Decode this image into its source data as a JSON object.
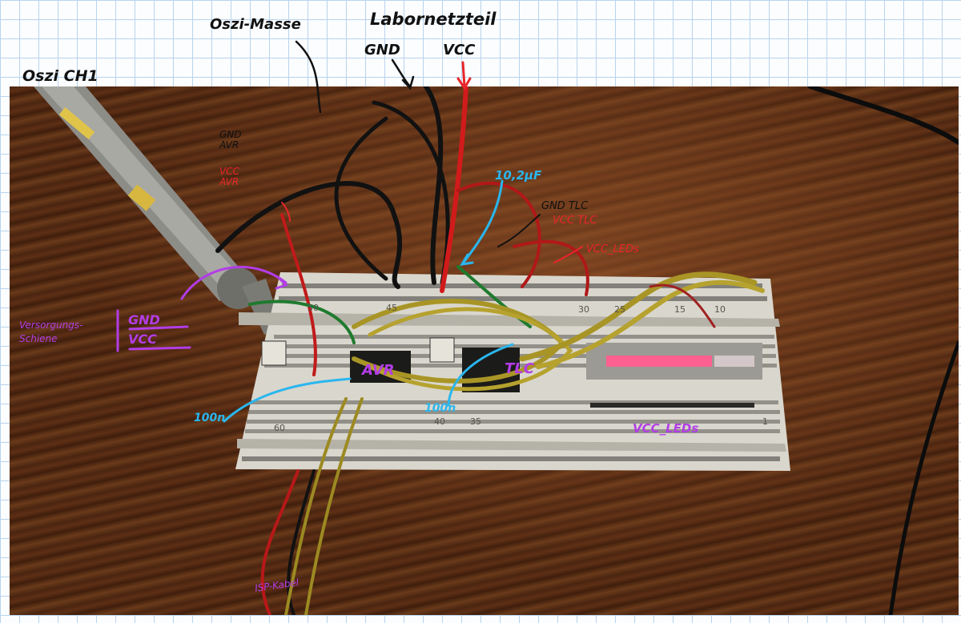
{
  "labels": {
    "oszi_ch1": "Oszi CH1",
    "oszi_masse": "Oszi-Masse",
    "labornetzteil": "Labornetzteil",
    "gnd_top": "GND",
    "vcc_top": "VCC",
    "gnd_avr": "GND AVR",
    "vcc_avr": "VCC AVR",
    "cap_10uf": "10,2µF",
    "gnd_tlc": "GND TLC",
    "vcc_tlc": "VCC TLC",
    "vcc_leds_upper": "VCC_LEDs",
    "versorgung": "Versorgungs-\nSchiene",
    "rail_gnd": "GND",
    "rail_vcc": "VCC",
    "avr": "AVR",
    "tlc": "TLC",
    "cap_100n_left": "100n",
    "cap_100n_mid": "100n",
    "vcc_leds_lower": "VCC_LEDs",
    "isp_kabel": "ISP-Kabel"
  },
  "breadboard_numbers": [
    "60",
    "50",
    "45",
    "40",
    "35",
    "30",
    "25",
    "15",
    "10",
    "1"
  ],
  "colors": {
    "black_label": "#111111",
    "red_label": "#e8252a",
    "blue_label": "#2ab6ee",
    "purple_label": "#b23de6"
  }
}
